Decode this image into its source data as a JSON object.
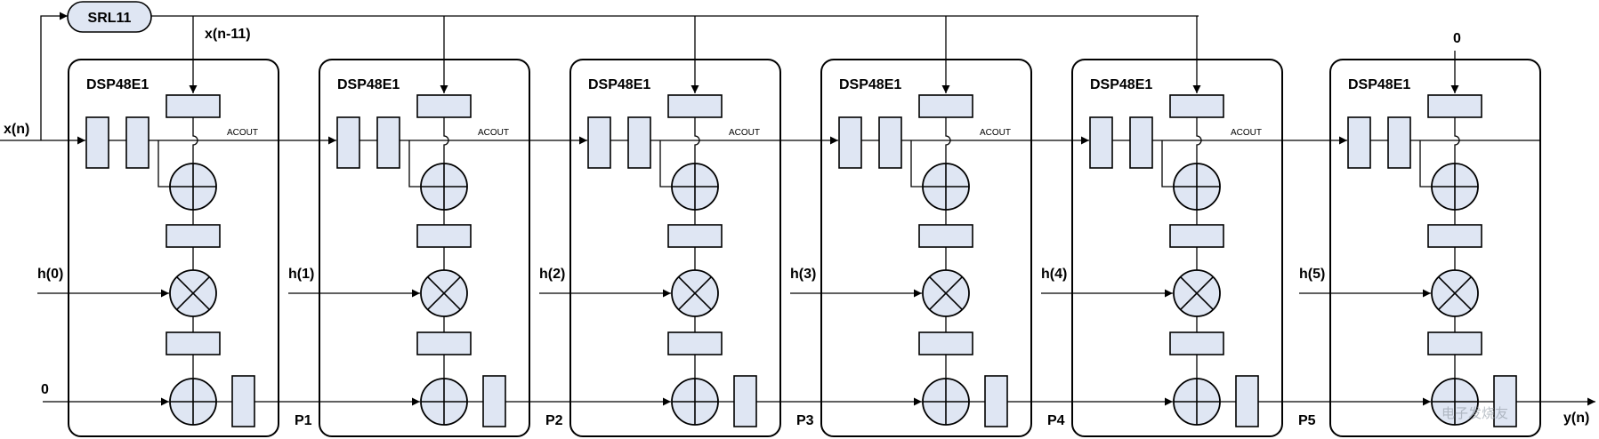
{
  "srl": {
    "label": "SRL11"
  },
  "input": {
    "label": "x(n)"
  },
  "delayed_input": {
    "label": "x(n-11)"
  },
  "output": {
    "label": "y(n)"
  },
  "zero_input": {
    "label": "0"
  },
  "last_stage_c_input": {
    "label": "0"
  },
  "acout_label": "ACOUT",
  "watermark": "电子发烧友",
  "stages": [
    {
      "block_label": "DSP48E1",
      "coef": "h(0)",
      "pout": "P1",
      "acout": "ACOUT"
    },
    {
      "block_label": "DSP48E1",
      "coef": "h(1)",
      "pout": "P2",
      "acout": "ACOUT"
    },
    {
      "block_label": "DSP48E1",
      "coef": "h(2)",
      "pout": "P3",
      "acout": "ACOUT"
    },
    {
      "block_label": "DSP48E1",
      "coef": "h(3)",
      "pout": "P4",
      "acout": "ACOUT"
    },
    {
      "block_label": "DSP48E1",
      "coef": "h(4)",
      "pout": "P5",
      "acout": "ACOUT"
    },
    {
      "block_label": "DSP48E1",
      "coef": "h(5)"
    }
  ]
}
